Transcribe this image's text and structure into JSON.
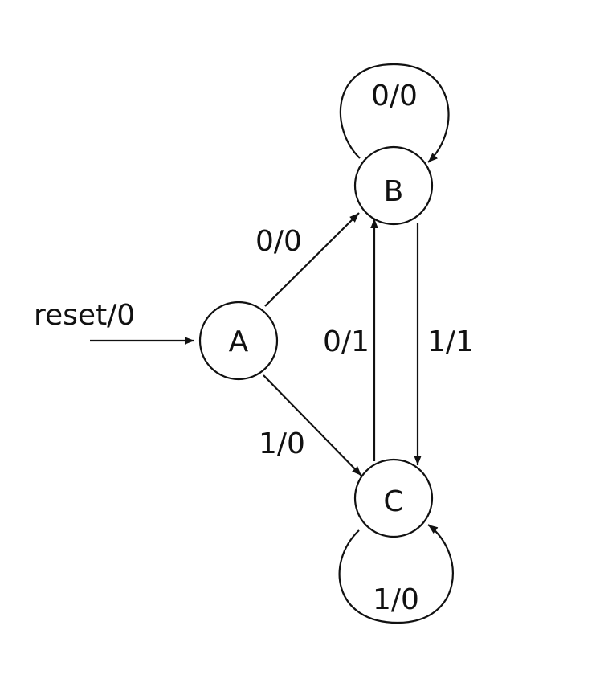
{
  "diagram": {
    "states": {
      "a": "A",
      "b": "B",
      "c": "C"
    },
    "transitions": {
      "reset": "reset/0",
      "a_to_b": "0/0",
      "a_to_c": "1/0",
      "b_self": "0/0",
      "c_self": "1/0",
      "c_to_b": "0/1",
      "b_to_c": "1/1"
    }
  }
}
